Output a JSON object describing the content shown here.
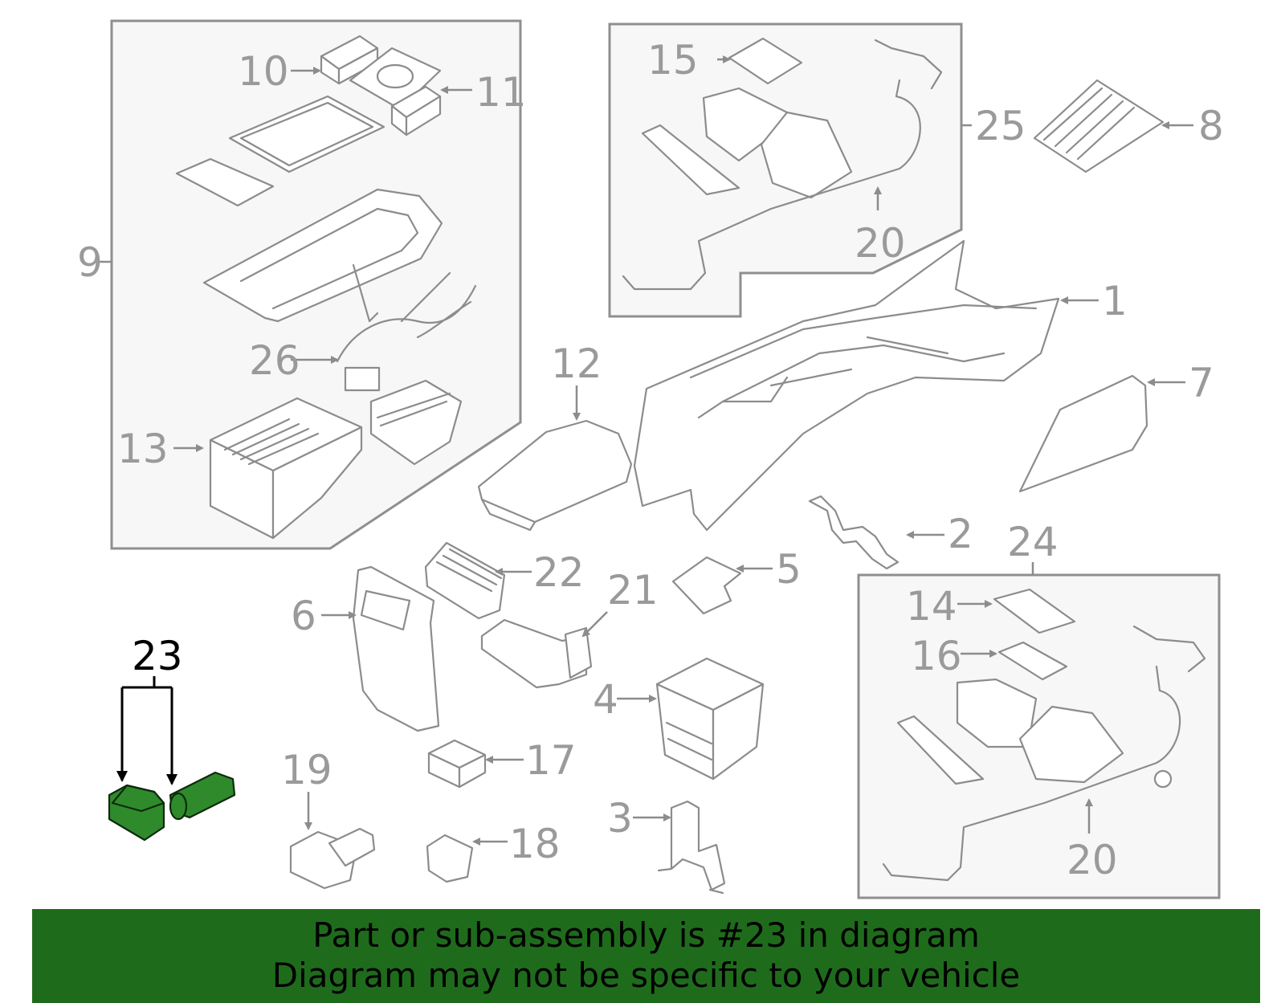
{
  "callouts": {
    "c1": "1",
    "c2": "2",
    "c3": "3",
    "c4": "4",
    "c5": "5",
    "c6": "6",
    "c7": "7",
    "c8": "8",
    "c9": "9",
    "c10": "10",
    "c11": "11",
    "c12": "12",
    "c13": "13",
    "c14": "14",
    "c15": "15",
    "c16": "16",
    "c17": "17",
    "c18": "18",
    "c19": "19",
    "c20a": "20",
    "c20b": "20",
    "c21": "21",
    "c22": "22",
    "c23": "23",
    "c24": "24",
    "c25": "25",
    "c26": "26"
  },
  "highlight": {
    "part": "23",
    "color": "#2f8a2c"
  },
  "footer": {
    "line1": "Part or sub-assembly is #23 in diagram",
    "line2": "Diagram may not be specific to your vehicle",
    "background": "#1f6b1c"
  }
}
